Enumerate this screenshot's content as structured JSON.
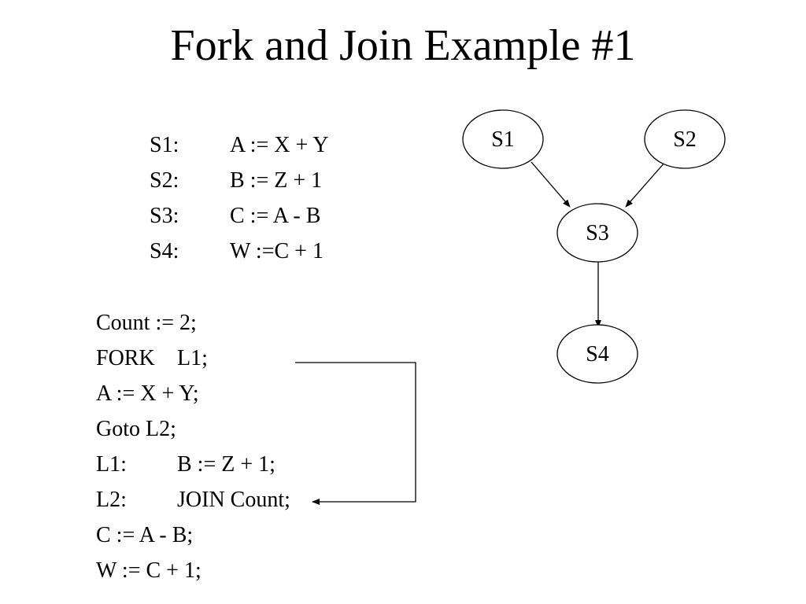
{
  "slide": {
    "title": "Fork and Join Example #1"
  },
  "statements": [
    {
      "label": "S1:",
      "expr": "A := X + Y"
    },
    {
      "label": "S2:",
      "expr": "B := Z + 1"
    },
    {
      "label": "S3:",
      "expr": "C := A - B"
    },
    {
      "label": "S4:",
      "expr": "W :=C + 1"
    }
  ],
  "code": {
    "line1": "Count :=  2;",
    "fork_keyword": "FORK",
    "fork_target": "L1;",
    "line3": "A := X + Y;",
    "line4": "Goto L2;",
    "l1_label": "L1:",
    "l1_stmt": "B := Z + 1;",
    "l2_label": "L2:",
    "l2_stmt": "JOIN Count;",
    "line7": "C := A - B;",
    "line8": "W := C + 1;"
  },
  "graph": {
    "nodes": [
      "S1",
      "S2",
      "S3",
      "S4"
    ],
    "edges": [
      [
        "S1",
        "S3"
      ],
      [
        "S2",
        "S3"
      ],
      [
        "S3",
        "S4"
      ]
    ]
  }
}
